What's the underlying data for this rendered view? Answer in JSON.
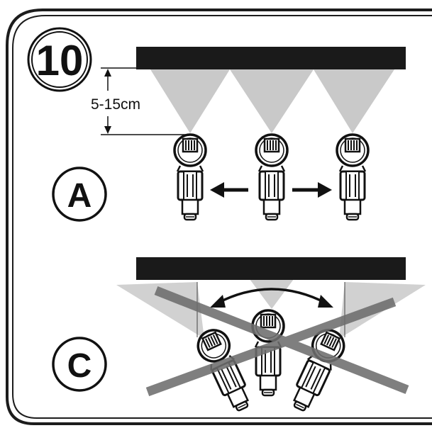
{
  "step": {
    "number": "10"
  },
  "measurement": {
    "label": "5-15cm"
  },
  "panels": [
    {
      "letter": "A"
    },
    {
      "letter": "C"
    }
  ],
  "colors": {
    "ink": "#111111",
    "bar": "#1a1a1a",
    "spray": "#c9c9c9",
    "cross": "#6e6e6e",
    "frame": "#1c1c1c"
  },
  "icons": [
    "double-headed-arrow-icon",
    "left-arrow-icon",
    "right-arrow-icon",
    "cross-out-icon",
    "nozzle-icon"
  ]
}
